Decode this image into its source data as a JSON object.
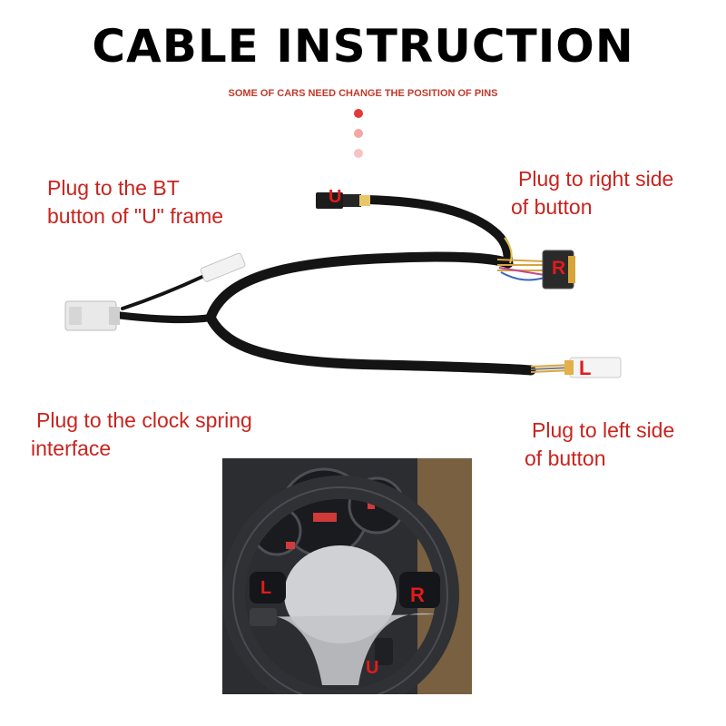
{
  "header": {
    "title": "CABLE INSTRUCTION",
    "subtitle": "SOME OF  CARS NEED CHANGE THE POSITION OF PINS"
  },
  "dots": [
    {
      "color": "#e23a3a"
    },
    {
      "color": "#f2a7a7"
    },
    {
      "color": "#f6c3c3"
    }
  ],
  "labels": {
    "bt_button": [
      "Plug to the BT",
      "button of \"U\" frame"
    ],
    "right_side": [
      "Plug to right side",
      "of button"
    ],
    "clock_spring": [
      "Plug to the clock spring",
      "interface"
    ],
    "left_side": [
      "Plug to left side",
      "of button"
    ]
  },
  "connector_letters": {
    "u": "U",
    "r": "R",
    "l": "L"
  },
  "photo_letters": {
    "l": "L",
    "r": "R",
    "u": "U"
  },
  "colors": {
    "label_red": "#c8241e",
    "letter_red": "#e21b1b",
    "cable": "#141414"
  }
}
